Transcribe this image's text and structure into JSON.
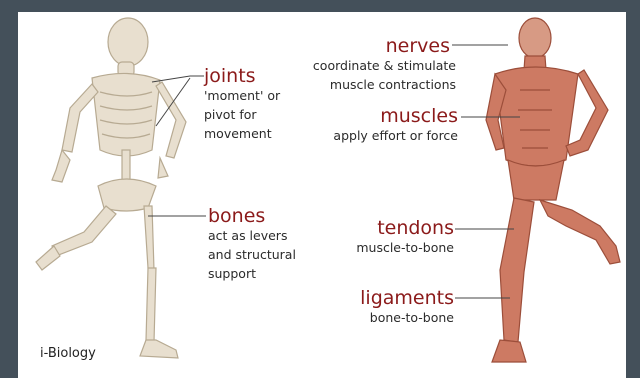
{
  "labels": {
    "joints": {
      "title": "joints",
      "lines": [
        "'moment' or",
        "pivot for",
        "movement"
      ]
    },
    "bones": {
      "title": "bones",
      "lines": [
        "act as levers",
        "and structural",
        "support"
      ]
    },
    "nerves": {
      "title": "nerves",
      "lines": [
        "coordinate & stimulate",
        "muscle contractions"
      ]
    },
    "muscles": {
      "title": "muscles",
      "lines": [
        "apply effort or force"
      ]
    },
    "tendons": {
      "title": "tendons",
      "lines": [
        "muscle-to-bone"
      ]
    },
    "ligaments": {
      "title": "ligaments",
      "lines": [
        "bone-to-bone"
      ]
    }
  },
  "credit": "i-Biology",
  "colors": {
    "frame": "#44505a",
    "label_title": "#8b1a1a",
    "bone": "#e6dccb",
    "muscle": "#c8705a"
  }
}
